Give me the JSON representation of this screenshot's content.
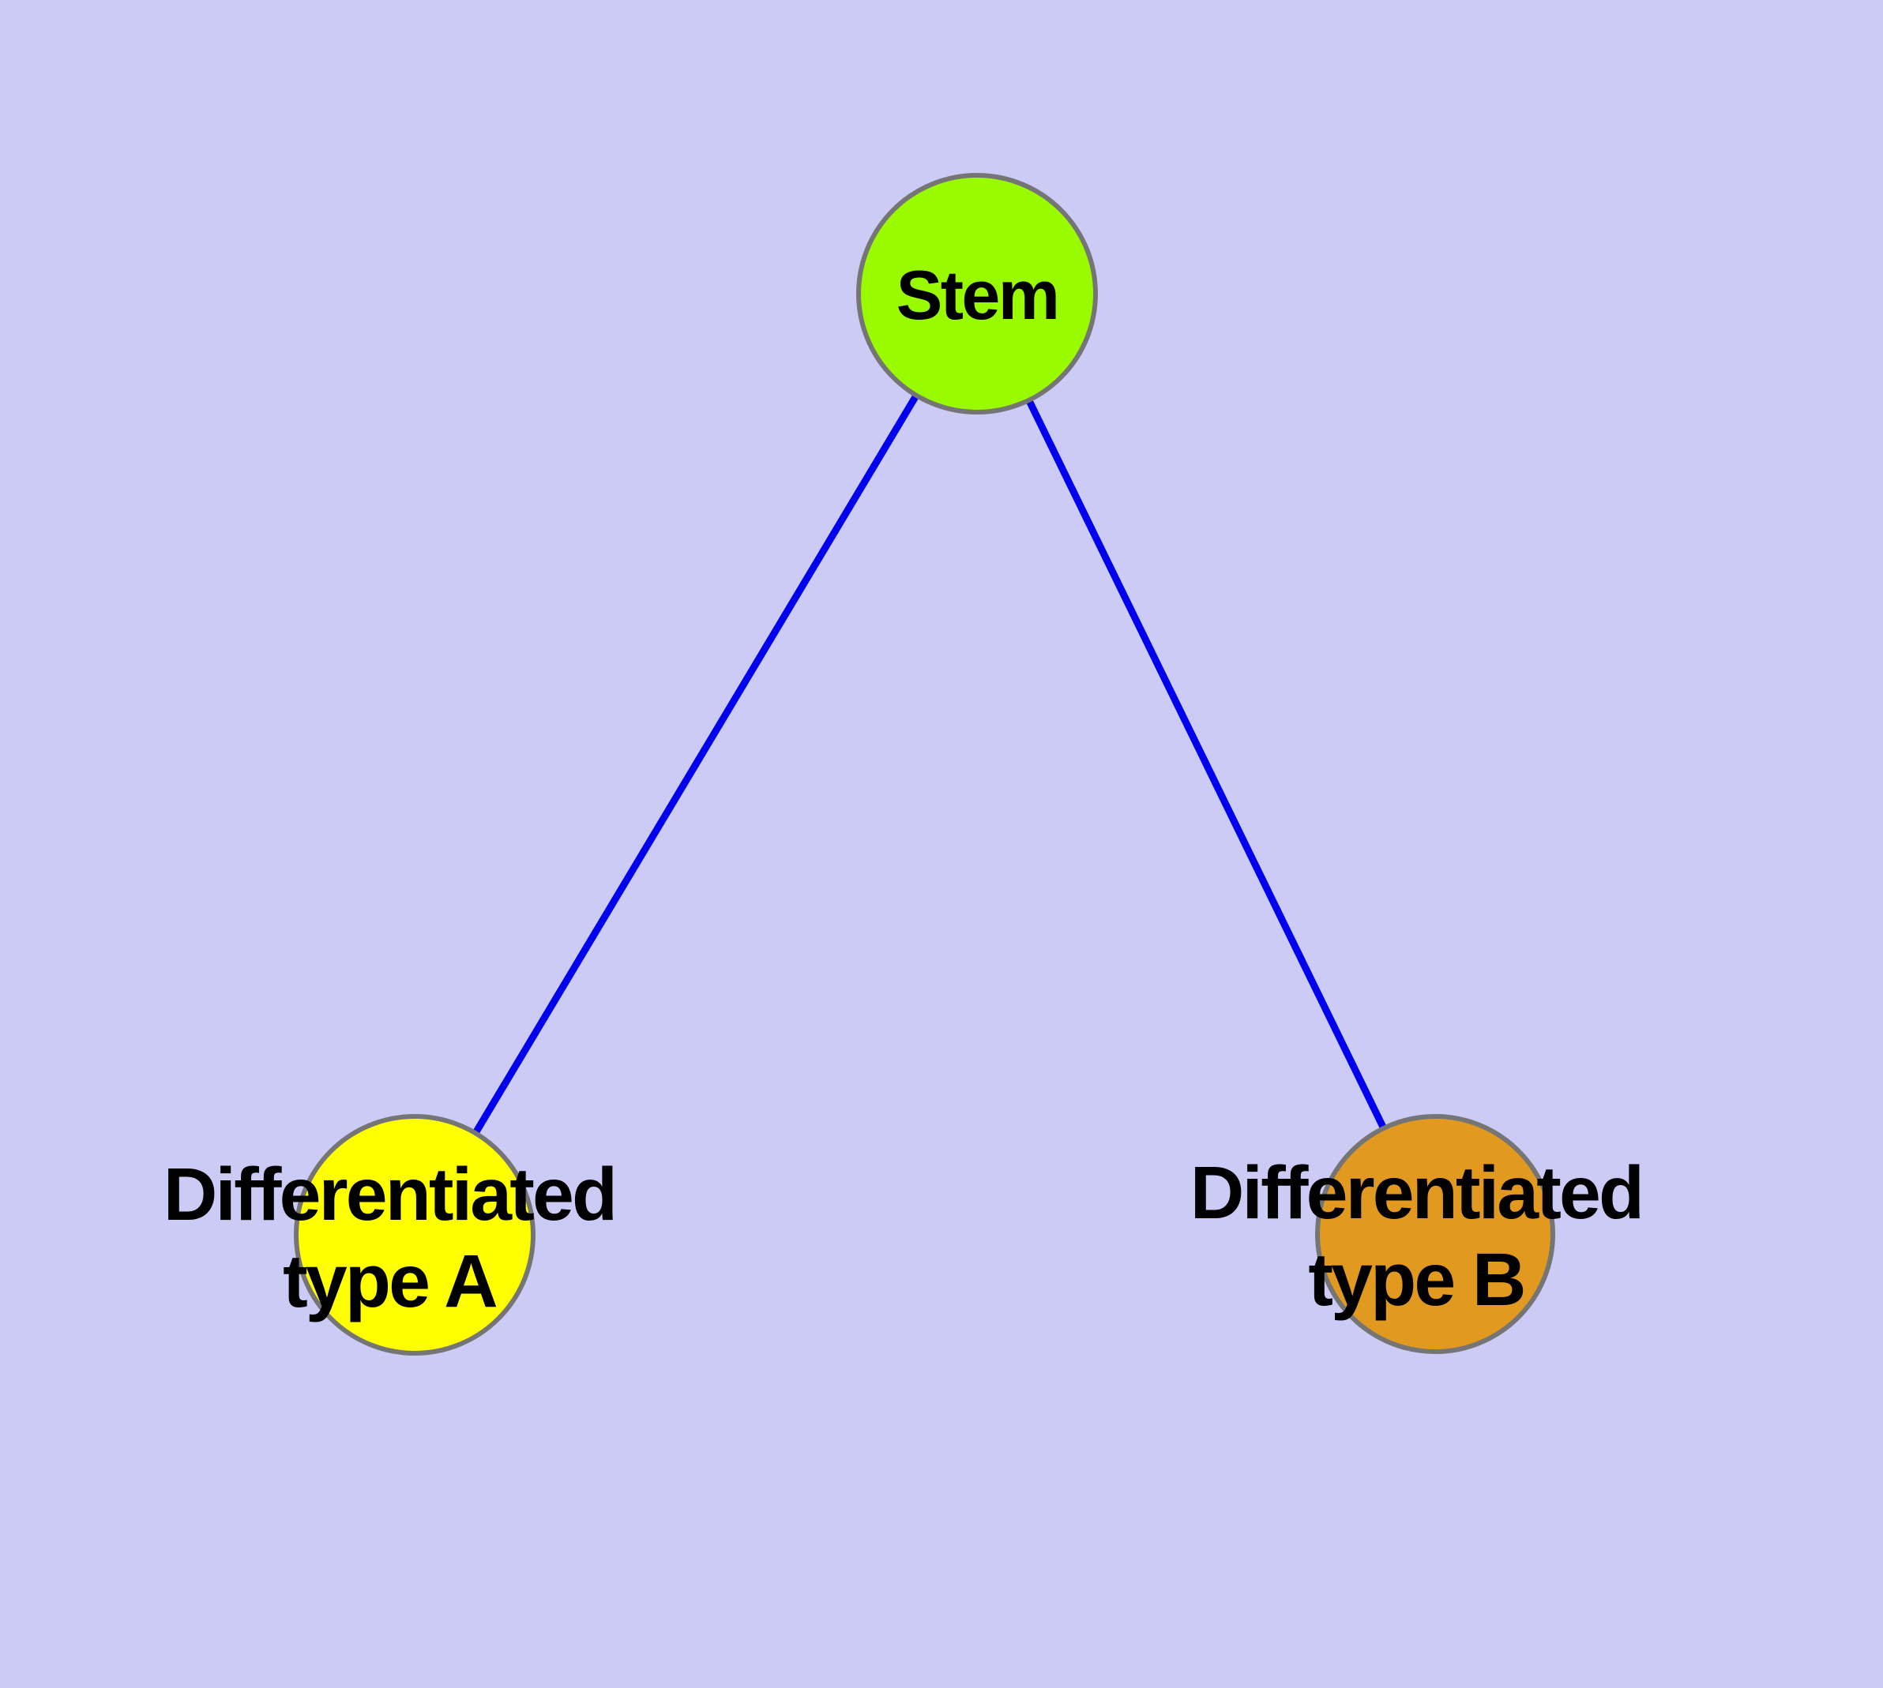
{
  "diagram": {
    "background_color": "#CBCBF5",
    "edge_color": "#0000EE",
    "node_border_color": "#757575",
    "nodes": [
      {
        "id": "stem",
        "label": "Stem",
        "fill": "#9AFB00"
      },
      {
        "id": "type-a",
        "label_line1": "Differentiated",
        "label_line2": "type A",
        "fill": "#FFFF00"
      },
      {
        "id": "type-b",
        "label_line1": "Differentiated",
        "label_line2": "type B",
        "fill": "#E2991F"
      }
    ],
    "edges": [
      {
        "id": "stem-to-a",
        "from": "stem",
        "to": "type-a"
      },
      {
        "id": "stem-to-b",
        "from": "stem",
        "to": "type-b"
      }
    ]
  }
}
